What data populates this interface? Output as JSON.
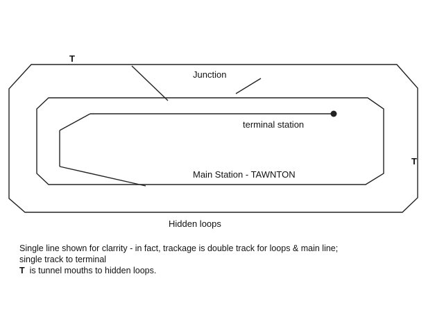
{
  "diagram": {
    "labels": {
      "junction": "Junction",
      "terminal_station": "terminal station",
      "main_station": "Main Station - TAWNTON",
      "hidden_loops": "Hidden loops",
      "tunnel_top": "T",
      "tunnel_right": "T"
    }
  },
  "notes": {
    "line1": "Single line shown for clarrity - in fact, trackage is double track for loops & main line;",
    "line2": "single track to terminal",
    "legend_symbol": "T",
    "legend_text": "is tunnel mouths to hidden loops."
  },
  "colors": {
    "ink": "#222222",
    "background": "#ffffff"
  }
}
